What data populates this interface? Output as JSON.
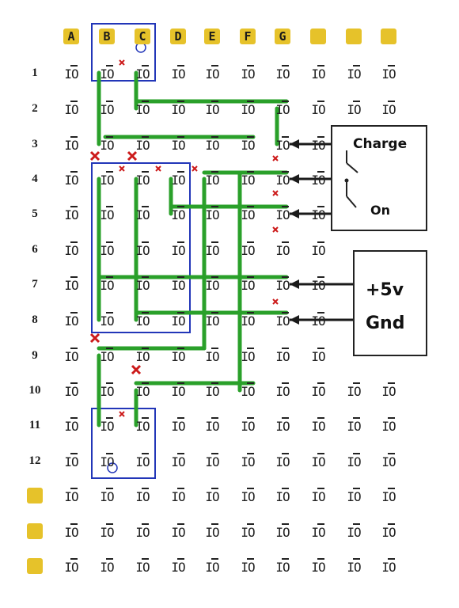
{
  "columns": [
    "A",
    "B",
    "C",
    "D",
    "E",
    "F",
    "G",
    "",
    "",
    ""
  ],
  "rows": [
    "1",
    "2",
    "3",
    "4",
    "5",
    "6",
    "7",
    "8",
    "9",
    "10",
    "11",
    "12",
    "",
    "",
    ""
  ],
  "hole_glyph": "IO",
  "switch_box": {
    "top_label": "Charge",
    "bottom_label": "On"
  },
  "power_box": {
    "top_label": "+5v",
    "bottom_label": "Gnd"
  },
  "colors": {
    "header_fill": "#e6c22a",
    "wire": "#2aa02a",
    "outline": "#2236b8",
    "cut_mark": "#cc1a1a",
    "ink": "#1a1a1a"
  }
}
